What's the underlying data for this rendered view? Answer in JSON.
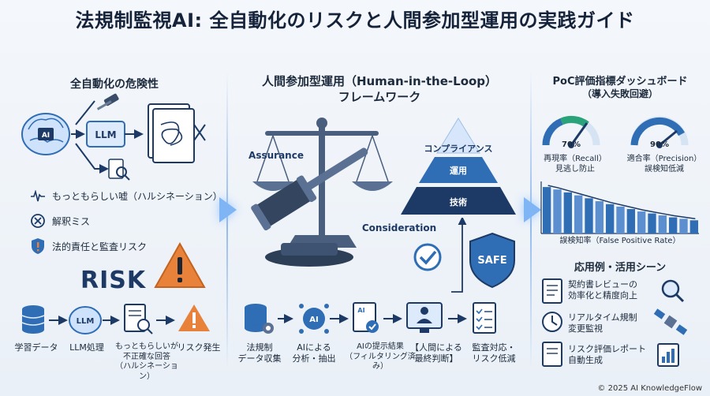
{
  "title": "法規制監視AI: 全自動化のリスクと人間参加型運用の実践ガイド",
  "left": {
    "heading": "全自動化の危険性",
    "top_labels": {
      "ai": "AI",
      "llm": "LLM"
    },
    "risks": [
      "もっともらしい嘘（ハルシネーション）",
      "解釈ミス",
      "法的責任と監査リスク"
    ],
    "risk_word": "RISK",
    "flow": [
      "学習データ",
      "LLM処理",
      "もっともらしいが\n不正確な回答\n（ハルシネーション）",
      "リスク発生"
    ],
    "flow_llm": "LLM"
  },
  "middle": {
    "heading_line1": "人間参加型運用（Human-in-the-Loop）",
    "heading_line2": "フレームワーク",
    "assurance": "Assurance",
    "consideration": "Consideration",
    "pyramid": [
      "コンプライアンス",
      "運用",
      "技術"
    ],
    "safe": "SAFE",
    "flow": [
      "法規制\nデータ収集",
      "AIによる\n分析・抽出",
      "AIの提示結果\n（フィルタリング済み）",
      "【人間による\n最終判断】",
      "監査対応・\nリスク低減"
    ],
    "flow_ai": "AI"
  },
  "right": {
    "heading_line1": "PoC評価指標ダッシュボード",
    "heading_line2": "（導入失敗回避）",
    "gauges": [
      {
        "value": "70%",
        "label": "再現率（Recall）\n見逃し防止"
      },
      {
        "value": "90%",
        "label": "適合率（Precision）\n誤検知低減"
      }
    ],
    "bar_chart_label": "誤検知率（False Positive Rate）",
    "bar_values": [
      0.95,
      0.9,
      0.84,
      0.78,
      0.72,
      0.66,
      0.6,
      0.55,
      0.5,
      0.45,
      0.41,
      0.37,
      0.33,
      0.3,
      0.27
    ],
    "apps_heading": "応用例・活用シーン",
    "apps": [
      "契約書レビューの\n効率化と精度向上",
      "リアルタイム規制\n変更監視",
      "リスク評価レポート\n自動生成"
    ]
  },
  "footer": "© 2025 AI KnowledgeFlow",
  "colors": {
    "navy": "#1d3a66",
    "blue": "#2f6db5",
    "orange": "#e8823a",
    "green": "#2aa37a"
  }
}
